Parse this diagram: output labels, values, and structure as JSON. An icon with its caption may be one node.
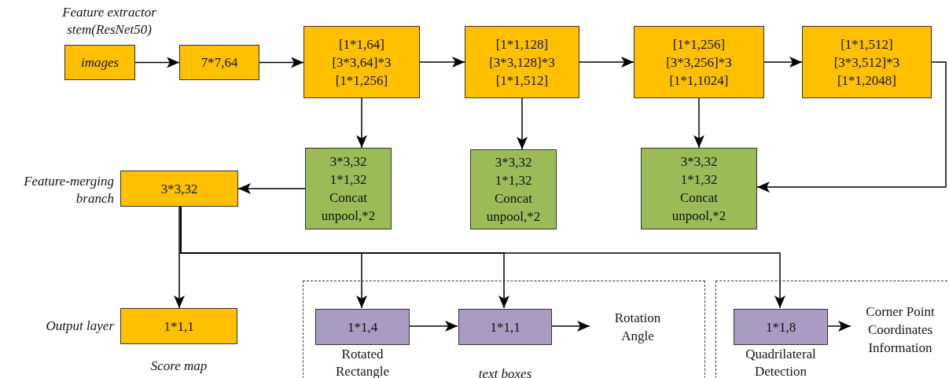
{
  "diagram": {
    "nodes": [
      {
        "text": [
          "images"
        ],
        "beside": [
          "Feature extractor stem(ResNet50)"
        ]
      },
      {
        "text": [
          "7*7,64"
        ]
      },
      {
        "text": [
          "[1*1,64] [3*3,64]*3 [1*1,256]"
        ]
      },
      {
        "text": [
          "[1*1,128] [3*3,128]*3 [1*1,512]"
        ]
      },
      {
        "text": [
          "[1*1,256] [3*3,256]*3 [1*1,1024]"
        ]
      },
      {
        "text": [
          "[1*1,512] [3*3,512]*3 [1*1,2048]"
        ]
      },
      {
        "text": [
          "3*3,32"
        ],
        "beside": [
          "Feature-merging branch"
        ]
      },
      {
        "text": [
          "3*3,32 1*1,32 Concat unpool,*2"
        ]
      },
      {
        "text": [
          "3*3,32 1*1,32 Concat unpool,*2"
        ]
      },
      {
        "text": [
          "3*3,32 1*1,32 Concat unpool,*2"
        ]
      },
      {
        "text": [
          "1*1,1"
        ],
        "beside": [
          "Output layer",
          "Score map"
        ]
      },
      {
        "text": [],
        "shape": "box"
      },
      {
        "text": [
          "1*1,4"
        ],
        "in": 11,
        "beside": [
          "Rotated Rectangle"
        ]
      },
      {
        "text": [
          "1*1,1"
        ],
        "in": 11,
        "beside": [
          "text boxes"
        ]
      },
      {
        "text": [
          "Rotation Angle"
        ],
        "in": 11
      },
      {
        "text": [],
        "shape": "box"
      },
      {
        "text": [
          "1*1,8"
        ],
        "in": 15,
        "beside": [
          "Quadrilateral Detection"
        ]
      },
      {
        "text": [
          "Corner Point Coordinates Information"
        ],
        "in": 15
      }
    ],
    "edges": [
      {
        "from": 0,
        "to": 1,
        "arrow": "to"
      },
      {
        "from": 1,
        "to": 2,
        "arrow": "to"
      },
      {
        "from": 2,
        "to": 3,
        "arrow": "to"
      },
      {
        "from": 3,
        "to": 4,
        "arrow": "to"
      },
      {
        "from": 4,
        "to": 5,
        "arrow": "to"
      },
      {
        "from": 2,
        "to": 7,
        "arrow": "to"
      },
      {
        "from": 3,
        "to": 8,
        "arrow": "to"
      },
      {
        "from": 4,
        "to": 9,
        "arrow": "to"
      },
      {
        "from": 5,
        "to": 9,
        "arrow": "to"
      },
      {
        "from": 7,
        "to": 6,
        "arrow": "to"
      },
      {
        "from": 6,
        "to": 10,
        "arrow": "to"
      },
      {
        "from": 6,
        "to": 12,
        "arrow": "to"
      },
      {
        "from": 6,
        "to": 13,
        "arrow": "to"
      },
      {
        "from": 6,
        "to": 16,
        "arrow": "to"
      },
      {
        "from": 12,
        "to": 13,
        "arrow": "to"
      },
      {
        "from": 13,
        "to": 14,
        "arrow": "to"
      },
      {
        "from": 16,
        "to": 17,
        "arrow": "to"
      }
    ]
  }
}
